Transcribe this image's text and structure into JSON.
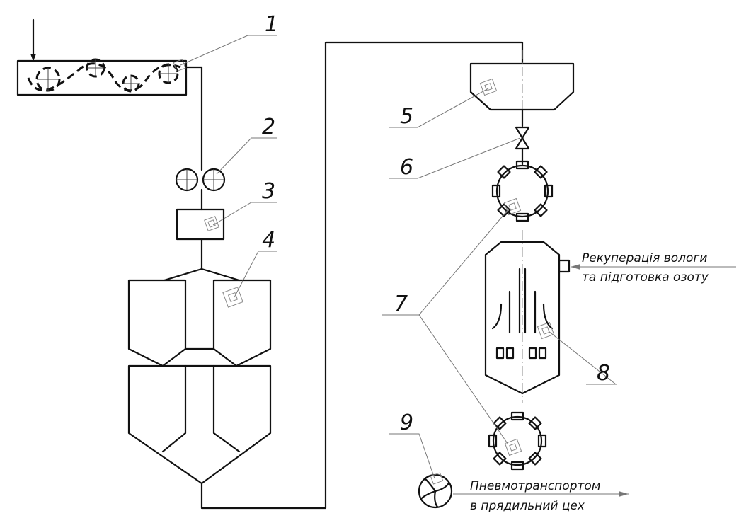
{
  "labels": {
    "n1": "1",
    "n2": "2",
    "n3": "3",
    "n4": "4",
    "n5": "5",
    "n6": "6",
    "n7": "7",
    "n8": "8",
    "n9": "9"
  },
  "notes": {
    "recuperation_line1": "Рекуперація вологи",
    "recuperation_line2": "та підготовка озоту",
    "pneumo_line1": "Пневмотранспортом",
    "pneumo_line2": "в прядильний цех"
  }
}
